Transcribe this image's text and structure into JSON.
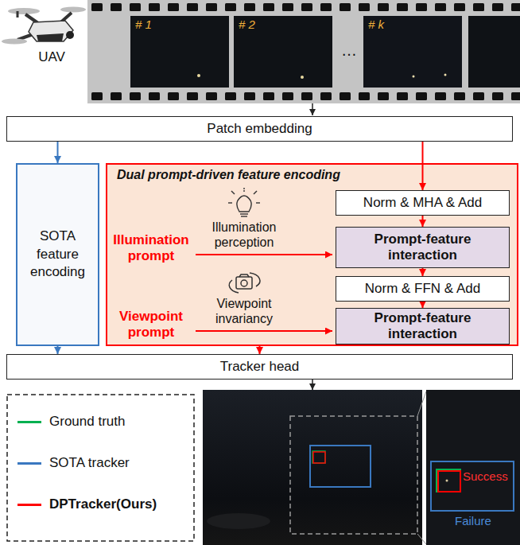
{
  "diagram": {
    "nodes": [
      {
        "text": [
          "Patch embedding"
        ]
      },
      {
        "text": [
          "SOTA feature encoding"
        ]
      },
      {
        "text": [
          "Dual prompt-driven feature encoding"
        ]
      },
      {
        "text": [
          "Norm & MHA & Add"
        ],
        "in": 2
      },
      {
        "text": [
          "Prompt-feature interaction"
        ],
        "in": 2
      },
      {
        "text": [
          "Norm & FFN & Add"
        ],
        "in": 2
      },
      {
        "text": [
          "Prompt-feature interaction"
        ],
        "in": 2
      },
      {
        "text": [
          "Tracker head"
        ]
      }
    ],
    "edges": [
      {
        "from": 0,
        "to": 1,
        "arrow": "to"
      },
      {
        "from": 0,
        "to": 3,
        "arrow": "to"
      },
      {
        "from": 3,
        "to": 4,
        "arrow": "to"
      },
      {
        "from": 4,
        "to": 5,
        "arrow": "to"
      },
      {
        "from": 5,
        "to": 6,
        "arrow": "to"
      },
      {
        "from": 6,
        "to": 7,
        "arrow": "to"
      },
      {
        "from": 1,
        "to": 7,
        "arrow": "to"
      }
    ],
    "labels": [
      "UAV",
      "# 1",
      "# 2",
      "…",
      "# k",
      "Illumination prompt",
      "Illumination perception",
      "Viewpoint prompt",
      "Viewpoint invariancy",
      "Success",
      "Failure"
    ],
    "legend": [
      {
        "text": "Ground truth",
        "color": "#00b050"
      },
      {
        "text": "SOTA tracker",
        "color": "#3a78c0"
      },
      {
        "text": "DPTracker(Ours)",
        "color": "#ff0000"
      }
    ]
  }
}
